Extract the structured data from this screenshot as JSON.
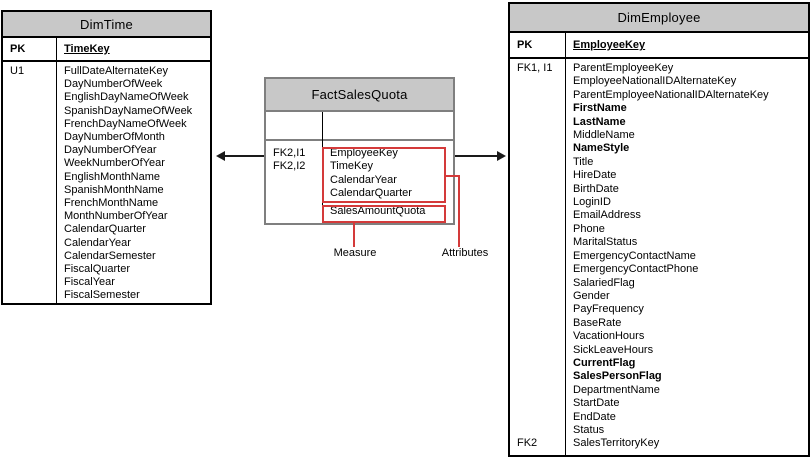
{
  "diagram": {
    "colors": {
      "header_fill": "#c8c8c8",
      "table_border": "#000000",
      "fact_table_border": "#7f7f7f",
      "annotation_red": "#d43a3a"
    },
    "tables": [
      {
        "title": "DimTime",
        "pk": {
          "key": "PK",
          "name": "TimeKey"
        },
        "rows": [
          {
            "key": "U1",
            "name": "FullDateAlternateKey"
          },
          {
            "key": "",
            "name": "DayNumberOfWeek"
          },
          {
            "key": "",
            "name": "EnglishDayNameOfWeek"
          },
          {
            "key": "",
            "name": "SpanishDayNameOfWeek"
          },
          {
            "key": "",
            "name": "FrenchDayNameOfWeek"
          },
          {
            "key": "",
            "name": "DayNumberOfMonth"
          },
          {
            "key": "",
            "name": "DayNumberOfYear"
          },
          {
            "key": "",
            "name": "WeekNumberOfYear"
          },
          {
            "key": "",
            "name": "EnglishMonthName"
          },
          {
            "key": "",
            "name": "SpanishMonthName"
          },
          {
            "key": "",
            "name": "FrenchMonthName"
          },
          {
            "key": "",
            "name": "MonthNumberOfYear"
          },
          {
            "key": "",
            "name": "CalendarQuarter"
          },
          {
            "key": "",
            "name": "CalendarYear"
          },
          {
            "key": "",
            "name": "CalendarSemester"
          },
          {
            "key": "",
            "name": "FiscalQuarter"
          },
          {
            "key": "",
            "name": "FiscalYear"
          },
          {
            "key": "",
            "name": "FiscalSemester"
          }
        ]
      },
      {
        "title": "FactSalesQuota",
        "pk": {
          "key": "",
          "name": ""
        },
        "rows": [
          {
            "key": "FK2,I1",
            "name": "EmployeeKey"
          },
          {
            "key": "FK2,I2",
            "name": "TimeKey"
          },
          {
            "key": "",
            "name": "CalendarYear"
          },
          {
            "key": "",
            "name": "CalendarQuarter"
          },
          {
            "key": "",
            "name": "SalesAmountQuota",
            "gap": true
          }
        ]
      },
      {
        "title": "DimEmployee",
        "pk": {
          "key": "PK",
          "name": "EmployeeKey"
        },
        "rows": [
          {
            "key": "FK1, I1",
            "name": "ParentEmployeeKey"
          },
          {
            "key": "",
            "name": "EmployeeNationalIDAlternateKey"
          },
          {
            "key": "",
            "name": "ParentEmployeeNationalIDAlternateKey"
          },
          {
            "key": "",
            "name": "FirstName",
            "bold": true
          },
          {
            "key": "",
            "name": "LastName",
            "bold": true
          },
          {
            "key": "",
            "name": "MiddleName"
          },
          {
            "key": "",
            "name": "NameStyle",
            "bold": true
          },
          {
            "key": "",
            "name": "Title"
          },
          {
            "key": "",
            "name": "HireDate"
          },
          {
            "key": "",
            "name": "BirthDate"
          },
          {
            "key": "",
            "name": "LoginID"
          },
          {
            "key": "",
            "name": "EmailAddress"
          },
          {
            "key": "",
            "name": "Phone"
          },
          {
            "key": "",
            "name": "MaritalStatus"
          },
          {
            "key": "",
            "name": "EmergencyContactName"
          },
          {
            "key": "",
            "name": "EmergencyContactPhone"
          },
          {
            "key": "",
            "name": "SalariedFlag"
          },
          {
            "key": "",
            "name": "Gender"
          },
          {
            "key": "",
            "name": "PayFrequency"
          },
          {
            "key": "",
            "name": "BaseRate"
          },
          {
            "key": "",
            "name": "VacationHours"
          },
          {
            "key": "",
            "name": "SickLeaveHours"
          },
          {
            "key": "",
            "name": "CurrentFlag",
            "bold": true
          },
          {
            "key": "",
            "name": "SalesPersonFlag",
            "bold": true
          },
          {
            "key": "",
            "name": "DepartmentName"
          },
          {
            "key": "",
            "name": "StartDate"
          },
          {
            "key": "",
            "name": "EndDate"
          },
          {
            "key": "",
            "name": "Status"
          },
          {
            "key": "FK2",
            "name": "SalesTerritoryKey"
          }
        ]
      }
    ],
    "annotations": {
      "measure_label": "Measure",
      "attributes_label": "Attributes"
    }
  }
}
